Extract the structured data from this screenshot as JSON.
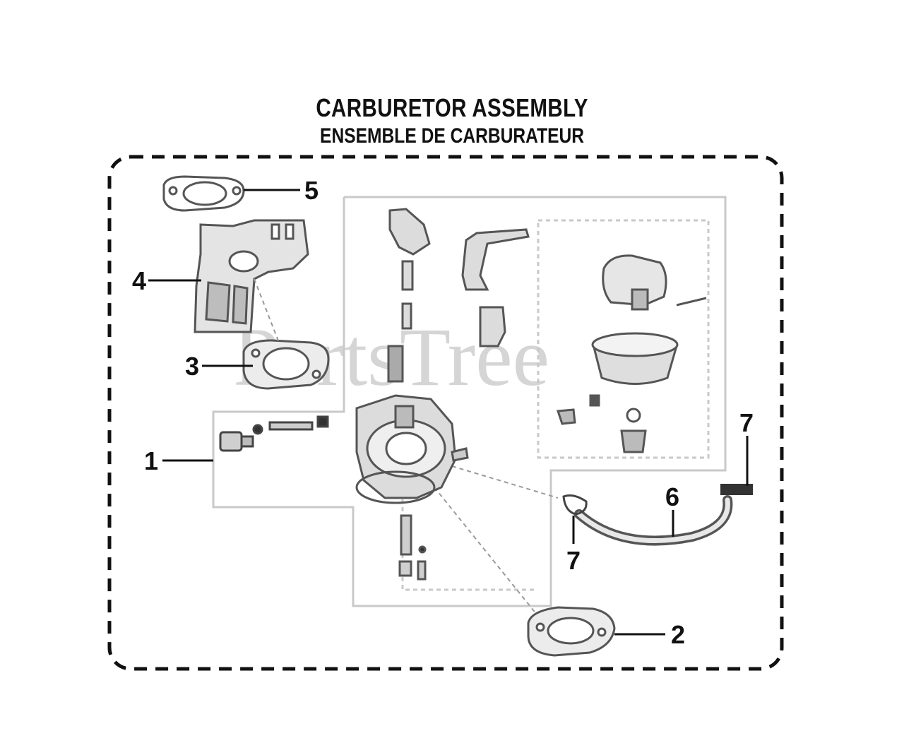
{
  "title": "CARBURETOR ASSEMBLY",
  "subtitle": "ENSEMBLE DE CARBURATEUR",
  "watermark": "PartsTree",
  "callouts": [
    {
      "id": "1",
      "label": "1"
    },
    {
      "id": "2",
      "label": "2"
    },
    {
      "id": "3",
      "label": "3"
    },
    {
      "id": "4",
      "label": "4"
    },
    {
      "id": "5",
      "label": "5"
    },
    {
      "id": "6",
      "label": "6"
    },
    {
      "id": "7a",
      "label": "7"
    },
    {
      "id": "7b",
      "label": "7"
    }
  ],
  "colors": {
    "ink": "#111111",
    "part": "#555555",
    "frame": "#c9c9c9",
    "watermark": "#c8c8c8"
  }
}
